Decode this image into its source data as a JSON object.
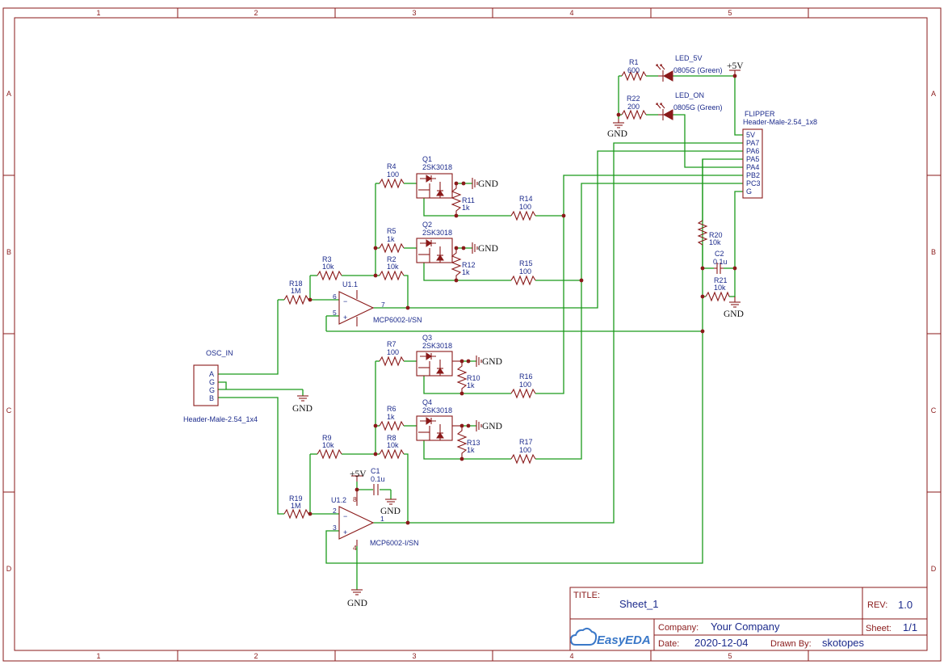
{
  "frame": {
    "columns": [
      "1",
      "2",
      "3",
      "4",
      "5"
    ],
    "rows": [
      "A",
      "B",
      "C",
      "D"
    ]
  },
  "title_block": {
    "title_label": "TITLE:",
    "title": "Sheet_1",
    "rev_label": "REV:",
    "rev": "1.0",
    "company_label": "Company:",
    "company": "Your Company",
    "sheet_label": "Sheet:",
    "sheet": "1/1",
    "date_label": "Date:",
    "date": "2020-12-04",
    "drawn_label": "Drawn By:",
    "drawn_by": "skotopes",
    "logo_text": "EasyEDA"
  },
  "power": {
    "vcc": "+5V",
    "gnd": "GND"
  },
  "components": {
    "r1": {
      "ref": "R1",
      "val": "600"
    },
    "r22": {
      "ref": "R22",
      "val": "200"
    },
    "led5v": {
      "ref": "LED_5V",
      "val": "0805G (Green)"
    },
    "ledon": {
      "ref": "LED_ON",
      "val": "0805G (Green)"
    },
    "flipper": {
      "ref": "FLIPPER",
      "val": "Header-Male-2.54_1x8",
      "pins": [
        "5V",
        "PA7",
        "PA6",
        "PA5",
        "PA4",
        "PB2",
        "PC3",
        "G"
      ]
    },
    "osc": {
      "ref": "OSC_IN",
      "val": "Header-Male-2.54_1x4",
      "pins": [
        "A",
        "G",
        "G",
        "B"
      ]
    },
    "q1": {
      "ref": "Q1",
      "val": "2SK3018"
    },
    "q2": {
      "ref": "Q2",
      "val": "2SK3018"
    },
    "q3": {
      "ref": "Q3",
      "val": "2SK3018"
    },
    "q4": {
      "ref": "Q4",
      "val": "2SK3018"
    },
    "r4": {
      "ref": "R4",
      "val": "100"
    },
    "r5": {
      "ref": "R5",
      "val": "1k"
    },
    "r7": {
      "ref": "R7",
      "val": "100"
    },
    "r6": {
      "ref": "R6",
      "val": "1k"
    },
    "r11": {
      "ref": "R11",
      "val": "1k"
    },
    "r12": {
      "ref": "R12",
      "val": "1k"
    },
    "r10": {
      "ref": "R10",
      "val": "1k"
    },
    "r13": {
      "ref": "R13",
      "val": "1k"
    },
    "r14": {
      "ref": "R14",
      "val": "100"
    },
    "r15": {
      "ref": "R15",
      "val": "100"
    },
    "r16": {
      "ref": "R16",
      "val": "100"
    },
    "r17": {
      "ref": "R17",
      "val": "100"
    },
    "r3": {
      "ref": "R3",
      "val": "10k"
    },
    "r2": {
      "ref": "R2",
      "val": "10k"
    },
    "r9": {
      "ref": "R9",
      "val": "10k"
    },
    "r8": {
      "ref": "R8",
      "val": "10k"
    },
    "r18": {
      "ref": "R18",
      "val": "1M"
    },
    "r19": {
      "ref": "R19",
      "val": "1M"
    },
    "r20": {
      "ref": "R20",
      "val": "10k"
    },
    "r21": {
      "ref": "R21",
      "val": "10k"
    },
    "c1": {
      "ref": "C1",
      "val": "0.1u"
    },
    "c2": {
      "ref": "C2",
      "val": "0.1u"
    },
    "u11": {
      "ref": "U1.1",
      "val": "MCP6002-I/SN",
      "pin_minus": "6",
      "pin_plus": "5",
      "pin_out": "7"
    },
    "u12": {
      "ref": "U1.2",
      "val": "MCP6002-I/SN",
      "pin_minus": "2",
      "pin_plus": "3",
      "pin_out": "1",
      "pin_vcc": "8",
      "pin_gnd": "4"
    }
  }
}
